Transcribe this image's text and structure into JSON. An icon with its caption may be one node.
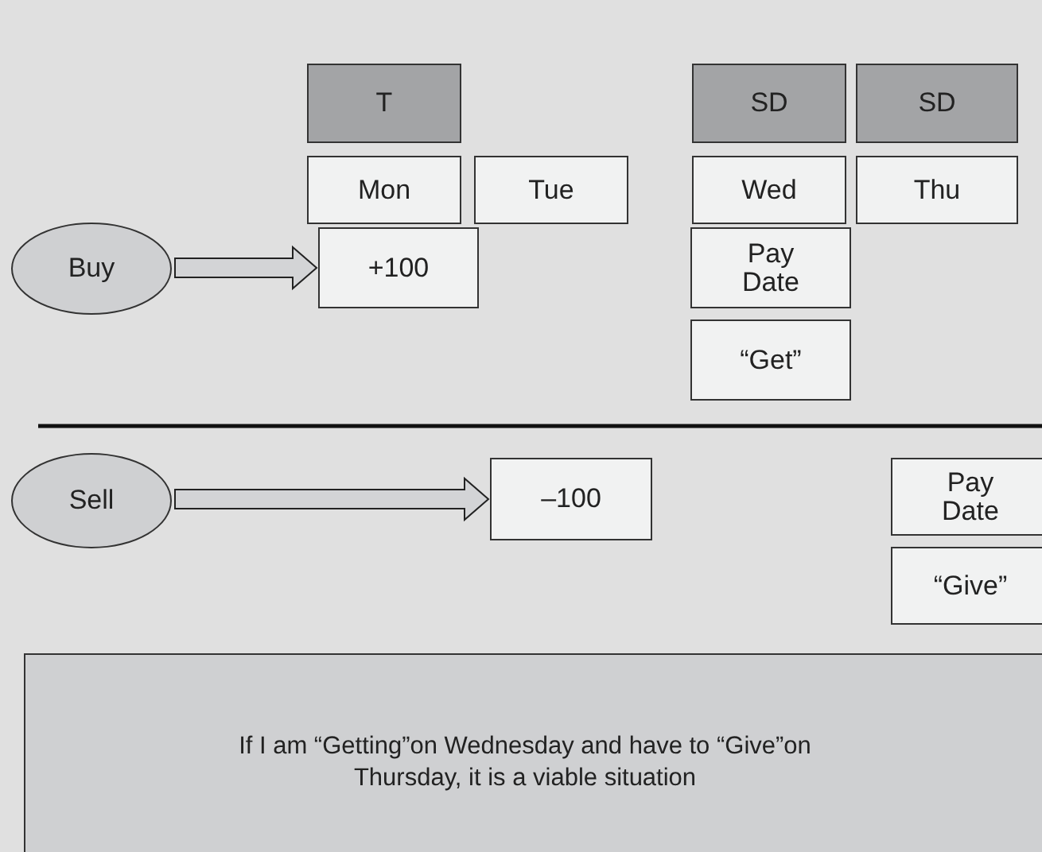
{
  "diagram": {
    "nodes": [
      {
        "text": [
          "T"
        ]
      },
      {
        "text": [
          "SD"
        ]
      },
      {
        "text": [
          "SD"
        ]
      },
      {
        "text": [
          "Mon"
        ]
      },
      {
        "text": [
          "Tue"
        ]
      },
      {
        "text": [
          "Wed"
        ]
      },
      {
        "text": [
          "Thu"
        ]
      },
      {
        "text": [
          "Buy"
        ]
      },
      {
        "text": [
          "+100"
        ]
      },
      {
        "text": [
          "Pay Date"
        ]
      },
      {
        "text": [
          "“Get”"
        ]
      },
      {
        "text": [
          "Sell"
        ]
      },
      {
        "text": [
          "–100"
        ]
      },
      {
        "text": [
          "Pay Date"
        ]
      },
      {
        "text": [
          "“Give”"
        ]
      },
      {
        "text": [
          "If I am “Getting”on Wednesday and have to “Give”on Thursday, it is a viable situation"
        ]
      }
    ],
    "edges": [
      {
        "from": 7,
        "to": 8,
        "arrow": "to"
      },
      {
        "from": 11,
        "to": 12,
        "arrow": "to"
      }
    ]
  }
}
